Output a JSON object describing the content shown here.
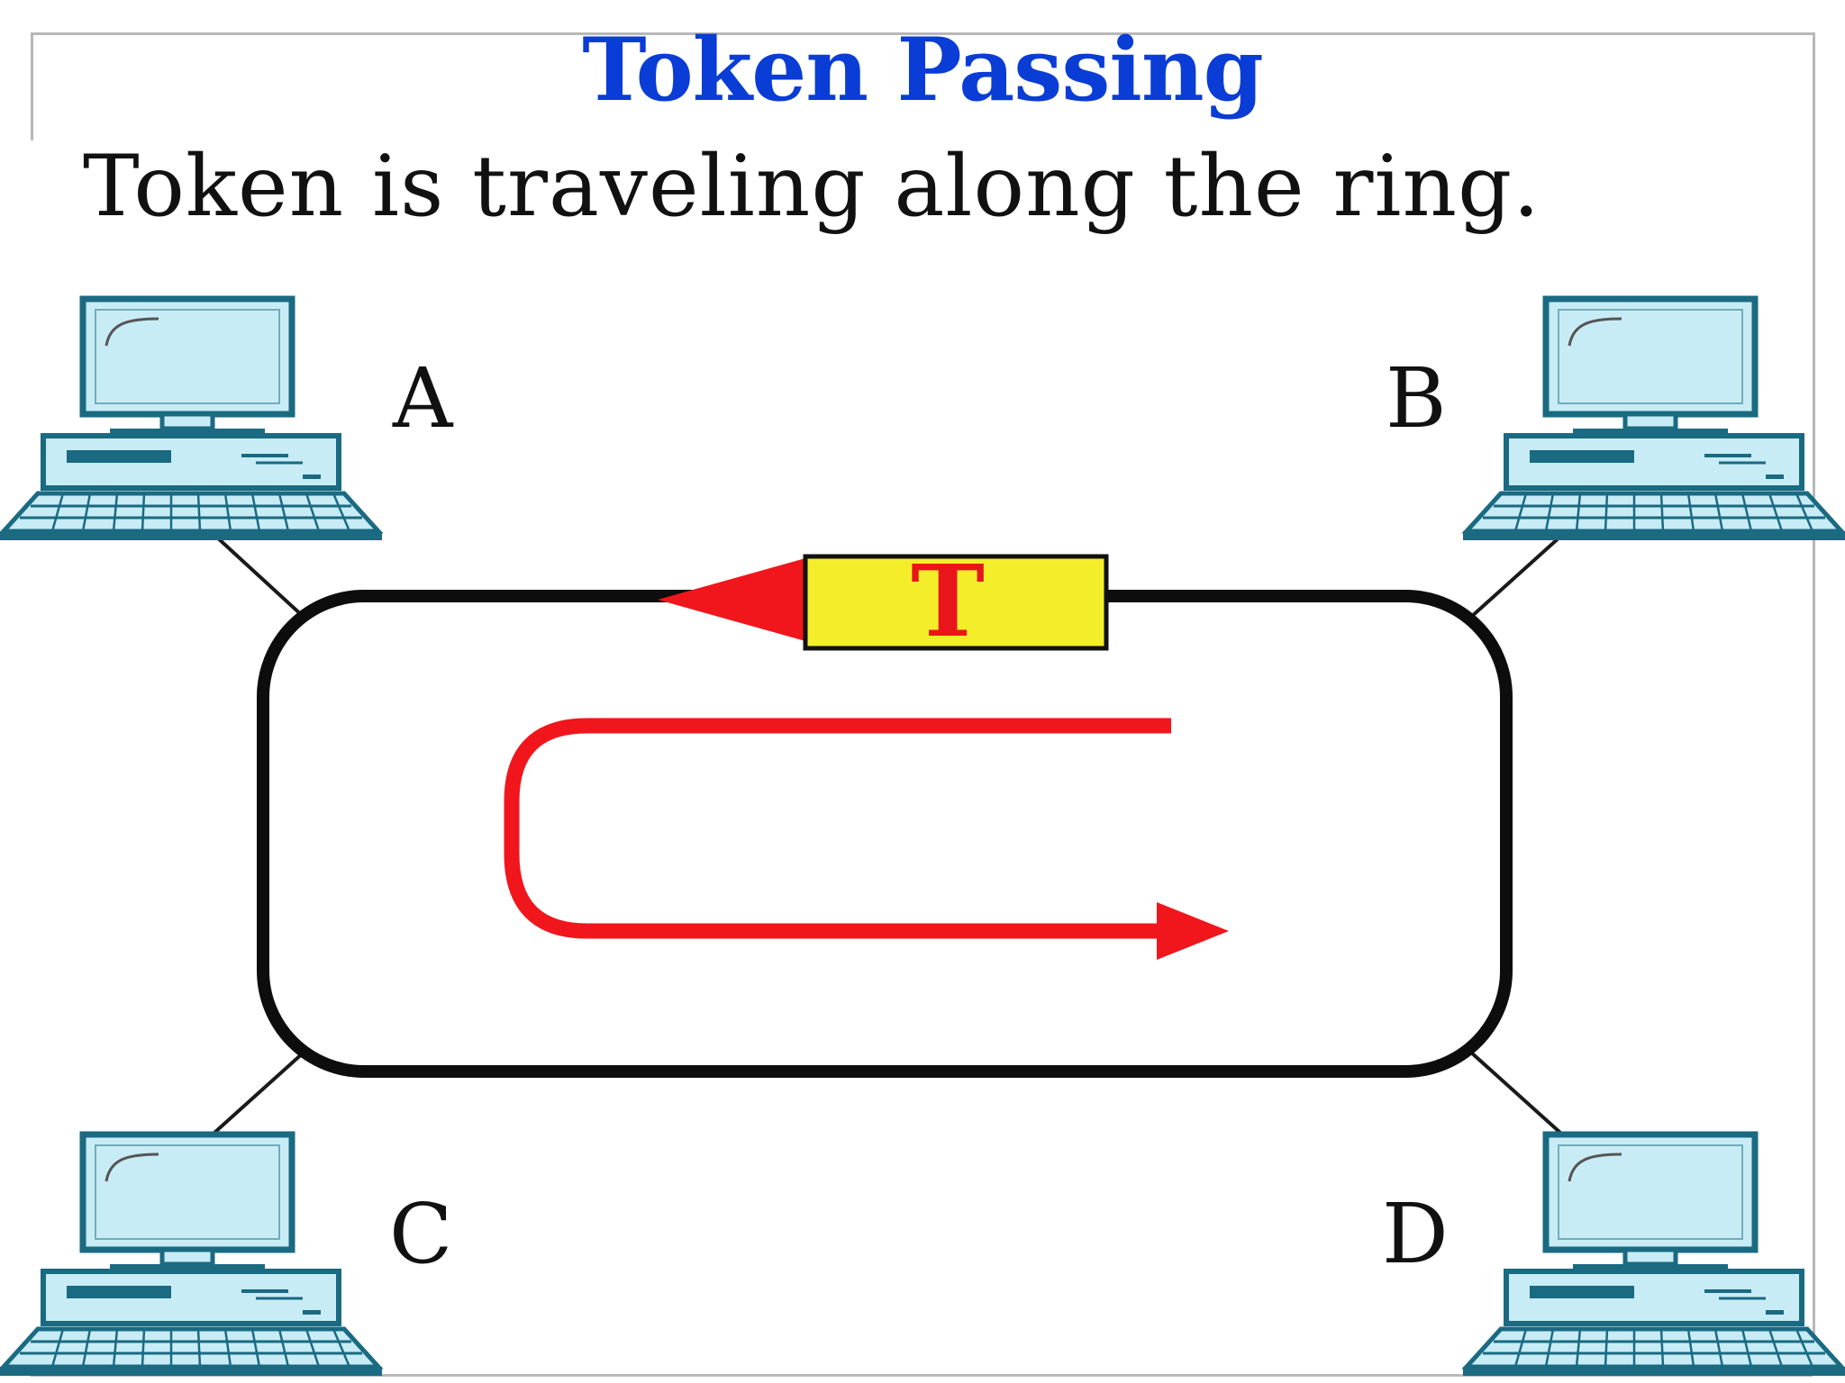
{
  "slide": {
    "title": "Token Passing",
    "subtitle": "Token is traveling along the ring."
  },
  "nodes": [
    {
      "id": "A",
      "label": "A"
    },
    {
      "id": "B",
      "label": "B"
    },
    {
      "id": "C",
      "label": "C"
    },
    {
      "id": "D",
      "label": "D"
    }
  ],
  "token": {
    "label": "T"
  },
  "colors": {
    "title": "#0a3cd6",
    "ring": "#0d0d0d",
    "token_fill": "#f4ee2a",
    "token_text": "#e8161b",
    "arrow": "#f0161b",
    "monitor_fill": "#c8ecf5",
    "monitor_frame": "#1a6a82"
  }
}
